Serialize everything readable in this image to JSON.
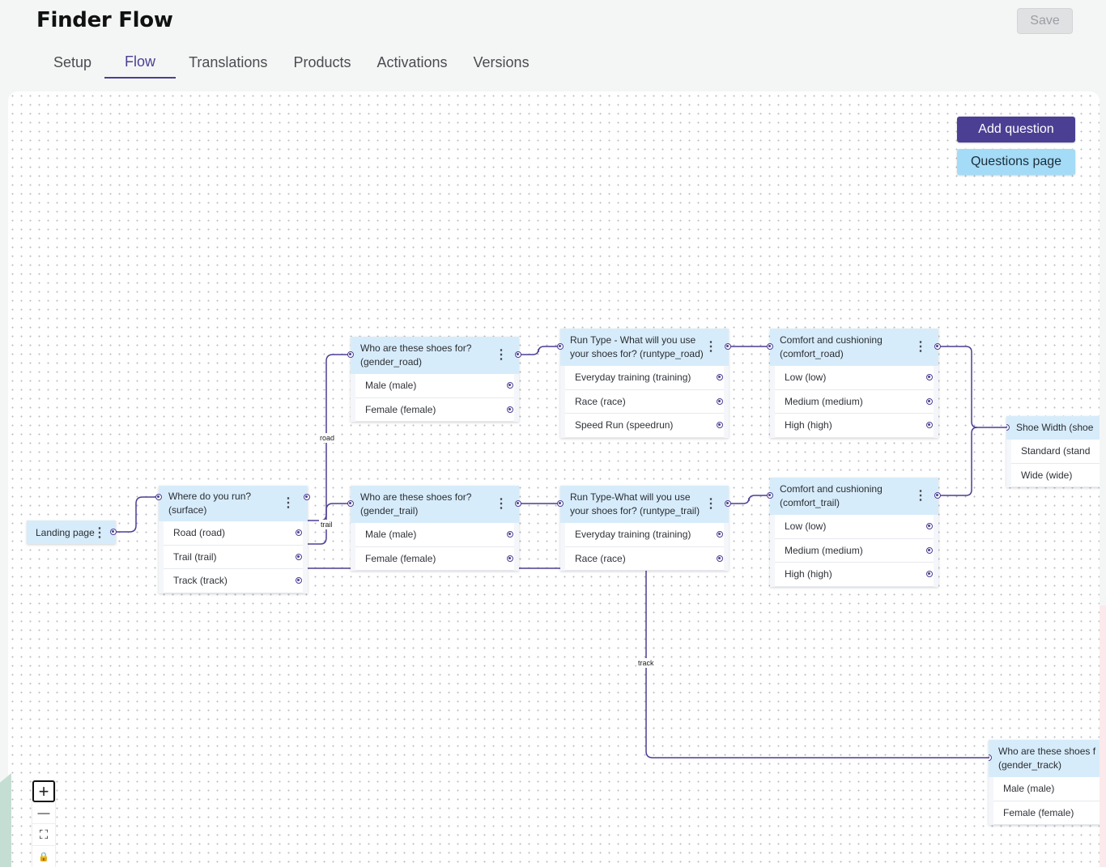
{
  "app": {
    "title": "Finder Flow",
    "save_label": "Save"
  },
  "tabs": [
    {
      "label": "Setup",
      "active": false
    },
    {
      "label": "Flow",
      "active": true
    },
    {
      "label": "Translations",
      "active": false
    },
    {
      "label": "Products",
      "active": false
    },
    {
      "label": "Activations",
      "active": false
    },
    {
      "label": "Versions",
      "active": false
    }
  ],
  "canvas": {
    "add_question_label": "Add question",
    "questions_page_label": "Questions page",
    "landing": {
      "label": "Landing page"
    },
    "edge_labels": {
      "road": "road",
      "trail": "trail",
      "track": "track"
    },
    "nodes": {
      "surface": {
        "title": "Where do you run? (surface)",
        "options": [
          "Road (road)",
          "Trail (trail)",
          "Track (track)"
        ]
      },
      "gender_road": {
        "title": "Who are these shoes for? (gender_road)",
        "options": [
          "Male (male)",
          "Female (female)"
        ]
      },
      "gender_trail": {
        "title": "Who are these shoes for? (gender_trail)",
        "options": [
          "Male (male)",
          "Female (female)"
        ]
      },
      "runtype_road": {
        "title": "Run Type - What will you use your shoes for? (runtype_road)",
        "options": [
          "Everyday training (training)",
          "Race (race)",
          "Speed Run (speedrun)"
        ]
      },
      "runtype_trail": {
        "title": "Run Type-What will you use your shoes for? (runtype_trail)",
        "options": [
          "Everyday training (training)",
          "Race (race)"
        ]
      },
      "comfort_road": {
        "title": "Comfort and cushioning (comfort_road)",
        "options": [
          "Low (low)",
          "Medium (medium)",
          "High (high)"
        ]
      },
      "comfort_trail": {
        "title": "Comfort and cushioning (comfort_trail)",
        "options": [
          "Low (low)",
          "Medium (medium)",
          "High (high)"
        ]
      },
      "shoe_width": {
        "title": "Shoe Width (shoe",
        "options": [
          "Standard (stand",
          "Wide (wide)"
        ]
      },
      "gender_track": {
        "title": "Who are these shoes f (gender_track)",
        "options": [
          "Male (male)",
          "Female (female)"
        ]
      }
    },
    "controls": {
      "zoom_in": "+",
      "zoom_out": "—",
      "fit_view": "⛶",
      "lock": "🔒"
    }
  },
  "colors": {
    "accent": "#4b3f93",
    "node_header": "#d7ecfa",
    "secondary_button": "#a4dcf7"
  },
  "icons": {
    "node_menu": "more-vertical-icon"
  }
}
